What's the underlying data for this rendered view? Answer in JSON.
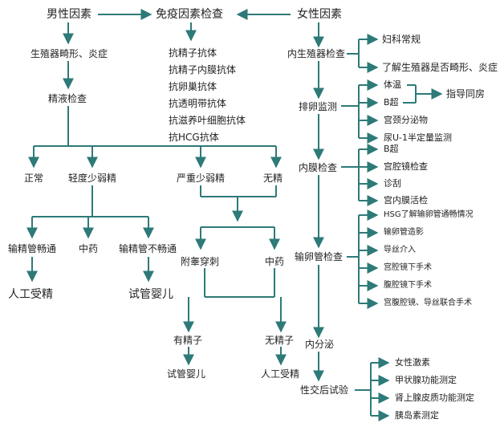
{
  "diagram": {
    "colors": {
      "arrow": "#2d7a78",
      "text": "#222222",
      "background": "#ffffff"
    },
    "top": {
      "male": "男性因素",
      "immune": "免疫因素检查",
      "female": "女性因素"
    },
    "male": {
      "genital": "生殖器畸形、炎症",
      "semen": "精液检查",
      "normal": "正常",
      "mild": "轻度少弱精",
      "severe": "严重少弱精",
      "azoo": "无精",
      "vas_open": "输精管畅通",
      "tcm": "中药",
      "vas_block": "输精管不畅通",
      "ai": "人工受精",
      "ivf": "试管婴儿",
      "epi": "附睾穿刺",
      "tcm2": "中药",
      "sperm_yes": "有精子",
      "sperm_no": "无精子",
      "ivf2": "试管婴儿",
      "ai2": "人工受精"
    },
    "immune_items": [
      "抗精子抗体",
      "抗精子内膜抗体",
      "抗卵巢抗体",
      "抗透明带抗体",
      "抗滋养叶细胞抗体",
      "抗HCG抗体"
    ],
    "female": {
      "inner": "内生殖器检查",
      "inner_items": [
        "妇科常规",
        "了解生殖器是否畸形、炎症"
      ],
      "ovulation": "排卵监测",
      "ovulation_items": [
        "体温",
        "B超",
        "宫颈分泌物",
        "尿U-1半定量监测"
      ],
      "guide": "指导同房",
      "endo": "内膜检查",
      "endo_items": [
        "B超",
        "宫腔镜检查",
        "诊刮",
        "宫内膜活检"
      ],
      "tube": "输卵管检查",
      "tube_items": [
        "HSG了解输卵管通畅情况",
        "输卵管造影",
        "导丝介入",
        "宫腔镜下手术",
        "腹腔镜下手术",
        "宫腹腔镜、导丝联合手术"
      ],
      "endocrine": "内分泌",
      "postcoital": "性交后试验",
      "pc_items": [
        "女性激素",
        "甲状腺功能测定",
        "肾上腺皮质功能测定",
        "胰岛素测定"
      ]
    }
  }
}
